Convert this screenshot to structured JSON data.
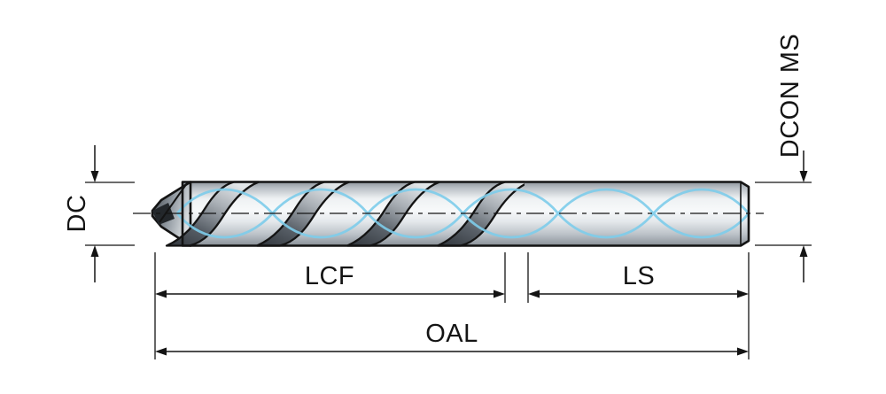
{
  "diagram": {
    "type": "technical-drawing",
    "subject": "drill-bit-side-view-with-dimensions",
    "labels": {
      "diameter": "DC",
      "shank_diameter": "DCON MS",
      "flute_length": "LCF",
      "shank_length": "LS",
      "overall_length": "OAL"
    },
    "colors": {
      "outline": "#141414",
      "coolant_line": "#7ecdeb",
      "background": "#ffffff",
      "metal_light": "#f7f9fa",
      "metal_dark": "#878e95"
    }
  }
}
